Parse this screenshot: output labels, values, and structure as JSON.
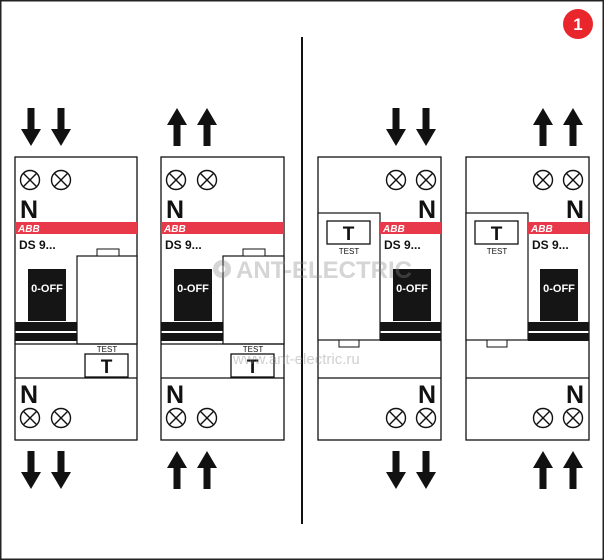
{
  "badge": {
    "number": "1",
    "color": "#e8262c"
  },
  "colors": {
    "brand_stripe": "#e8394a",
    "ink": "#111111",
    "lever": "#151515"
  },
  "watermark": {
    "name": "ANT-ELECTRIC",
    "url": "www.ant-electric.ru"
  },
  "devices": [
    {
      "id": "device-1",
      "neutral_top": "N",
      "neutral_bottom": "N",
      "brand": "ABB",
      "model": "DS 9...",
      "handle": "0-OFF",
      "test_caption": "TEST",
      "test_button": "T",
      "top_arrow": "arrow-down-icon",
      "bottom_arrow": "arrow-down-icon"
    },
    {
      "id": "device-2",
      "neutral_top": "N",
      "neutral_bottom": "N",
      "brand": "ABB",
      "model": "DS 9...",
      "handle": "0-OFF",
      "test_caption": "TEST",
      "test_button": "T",
      "top_arrow": "arrow-up-icon",
      "bottom_arrow": "arrow-up-icon"
    },
    {
      "id": "device-3",
      "neutral_top": "N",
      "neutral_bottom": "N",
      "brand": "ABB",
      "model": "DS 9...",
      "handle": "0-OFF",
      "test_caption": "TEST",
      "test_button": "T",
      "top_arrow": "arrow-down-icon",
      "bottom_arrow": "arrow-down-icon"
    },
    {
      "id": "device-4",
      "neutral_top": "N",
      "neutral_bottom": "N",
      "brand": "ABB",
      "model": "DS 9...",
      "handle": "0-OFF",
      "test_caption": "TEST",
      "test_button": "T",
      "top_arrow": "arrow-up-icon",
      "bottom_arrow": "arrow-up-icon"
    }
  ]
}
